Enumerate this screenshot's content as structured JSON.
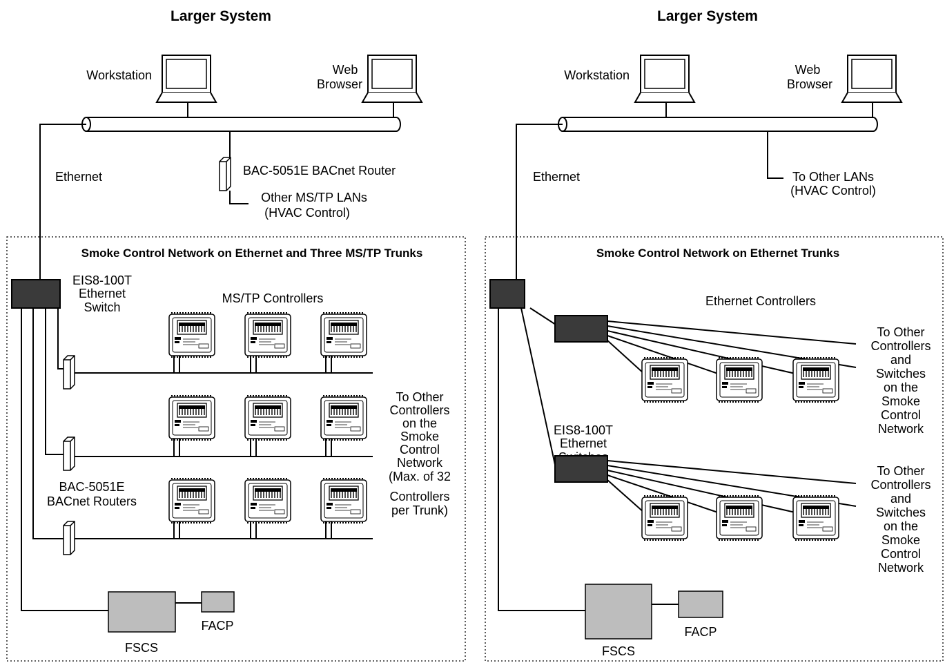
{
  "left": {
    "title": "Larger System",
    "workstation": "Workstation",
    "web_browser": [
      "Web",
      "Browser"
    ],
    "ethernet": "Ethernet",
    "router_label": "BAC-5051E BACnet Router",
    "other_lans": [
      "Other MS/TP LANs",
      "(HVAC Control)"
    ],
    "network_title": "Smoke Control Network on Ethernet and Three MS/TP Trunks",
    "switch_label": [
      "EIS8-100T",
      "Ethernet",
      "Switch"
    ],
    "controllers_label": "MS/TP Controllers",
    "to_other": [
      "To Other",
      "Controllers",
      "on the",
      "Smoke",
      "Control",
      "Network",
      "(Max. of 32",
      "Controllers",
      "per Trunk)"
    ],
    "routers_label": [
      "BAC-5051E",
      "BACnet Routers"
    ],
    "fscs": "FSCS",
    "facp": "FACP"
  },
  "right": {
    "title": "Larger System",
    "workstation": "Workstation",
    "web_browser": [
      "Web",
      "Browser"
    ],
    "ethernet": "Ethernet",
    "to_other_lans": [
      "To Other LANs",
      "(HVAC Control)"
    ],
    "network_title": "Smoke Control Network on Ethernet Trunks",
    "controllers_label": "Ethernet Controllers",
    "switches_label": [
      "EIS8-100T",
      "Ethernet",
      "Switches"
    ],
    "to_other_1": [
      "To Other",
      "Controllers",
      "and",
      "Switches",
      "on the",
      "Smoke",
      "Control",
      "Network"
    ],
    "to_other_2": [
      "To Other",
      "Controllers",
      "and",
      "Switches",
      "on the",
      "Smoke",
      "Control",
      "Network"
    ],
    "fscs": "FSCS",
    "facp": "FACP"
  }
}
